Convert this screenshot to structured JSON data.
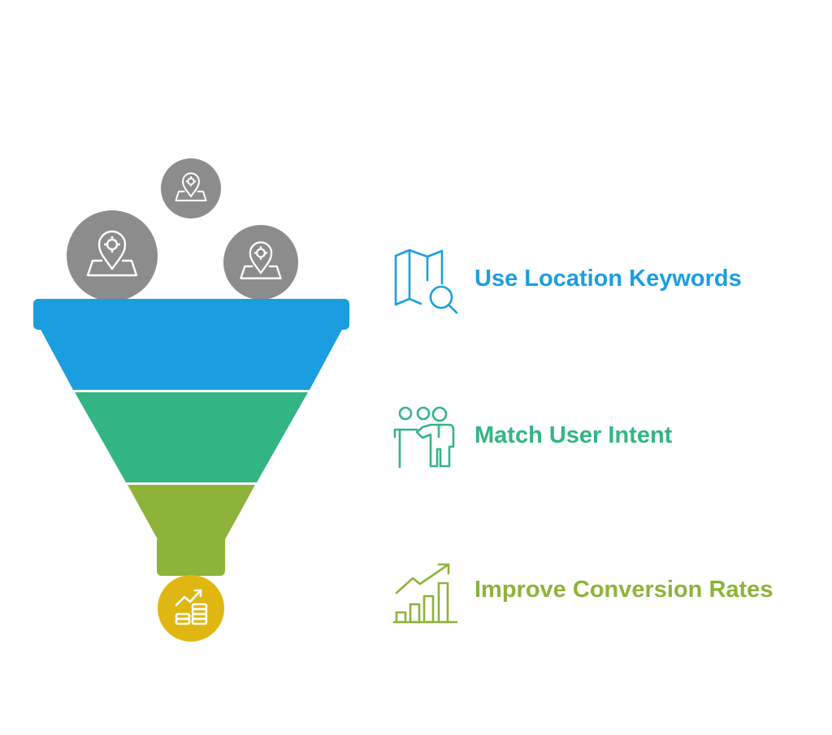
{
  "colors": {
    "step1": "#1b9ee0",
    "step2": "#33b583",
    "step3": "#8db33a",
    "outlet": "#e0b712",
    "bubble": "#8c8c8c",
    "bubble_icon": "#ffffff"
  },
  "funnel_inputs": [
    {
      "icon": "location-pin-icon"
    },
    {
      "icon": "location-pin-icon"
    },
    {
      "icon": "location-pin-icon"
    }
  ],
  "funnel_output": {
    "icon": "money-growth-icon"
  },
  "steps": [
    {
      "title": "Use Location Keywords",
      "icon": "map-search-icon"
    },
    {
      "title": "Match User Intent",
      "icon": "presentation-person-icon"
    },
    {
      "title": "Improve Conversion Rates",
      "icon": "growth-bar-chart-icon"
    }
  ]
}
